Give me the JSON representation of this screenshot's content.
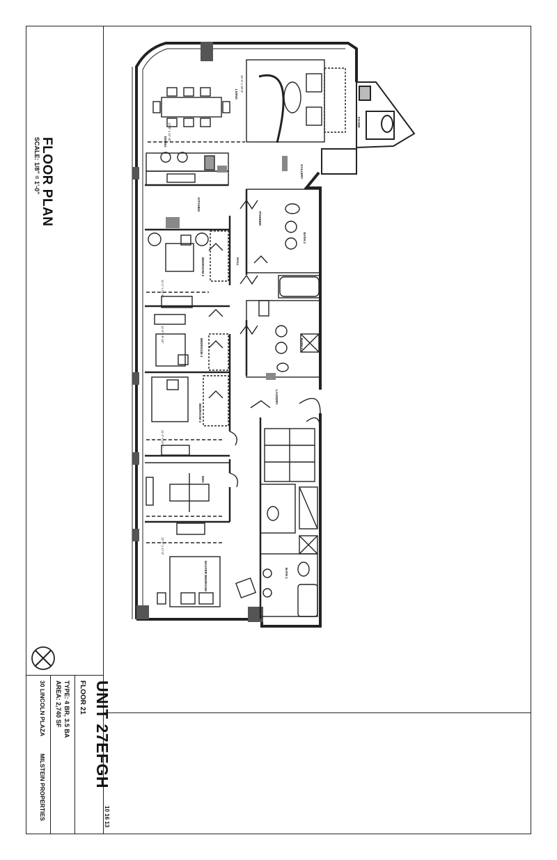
{
  "title_block": {
    "plan_title": "FLOOR PLAN",
    "scale": "SCALE: 1/8\" = 1'-0\"",
    "unit": "UNIT 27EFGH",
    "floor": "FLOOR 21",
    "type": "TYPE: 4 BR, 3.5 BA",
    "area": "AREA: 2,740 SF",
    "address": "30 LINCOLN PLAZA",
    "company": "MILSTEIN PROPERTIES",
    "date": "10 16 13"
  },
  "rooms": {
    "living": "LIVING",
    "dining": "DINING",
    "kitchen": "KITCHEN",
    "foyer": "FOYER",
    "powder": "POWDER",
    "gallery": "GALLERY",
    "hall": "HALL",
    "bedroom2": "BEDROOM 2",
    "bedroom3": "BEDROOM 3",
    "bedroom4": "BEDROOM 4",
    "bath2": "BATH 2",
    "bath3": "BATH 3",
    "bath1": "BATH 1",
    "laundry": "LAUNDRY",
    "master": "MASTER BEDROOM",
    "den": "DEN"
  },
  "dimensions": {
    "living_a": "15'-4\" x 18'-0\"",
    "dining_a": "12'-0\" x 14'-10\"",
    "bed2_a": "11'-1\" x 12'-9\"",
    "bed3_a": "11'-6\" x 9'-10\"",
    "bed4_a": "11'-4\" x 12'-1\"",
    "master_a": "12'-2\" x 17'-6\""
  },
  "colors": {
    "line": "#222222",
    "wall": "#2a2a2a",
    "hatch": "#8a8a8a"
  }
}
